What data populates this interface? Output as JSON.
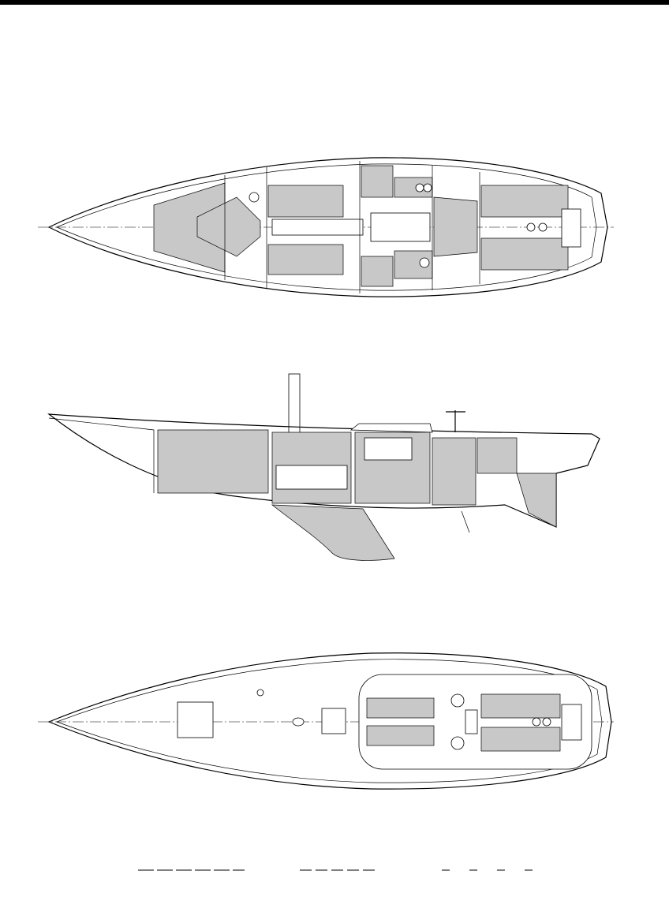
{
  "drawing": {
    "views": [
      "accommodation-plan",
      "inboard-profile",
      "deck-plan"
    ],
    "line_color": "#000000",
    "background": "#ffffff",
    "shade_color": "#c8c8c8"
  }
}
